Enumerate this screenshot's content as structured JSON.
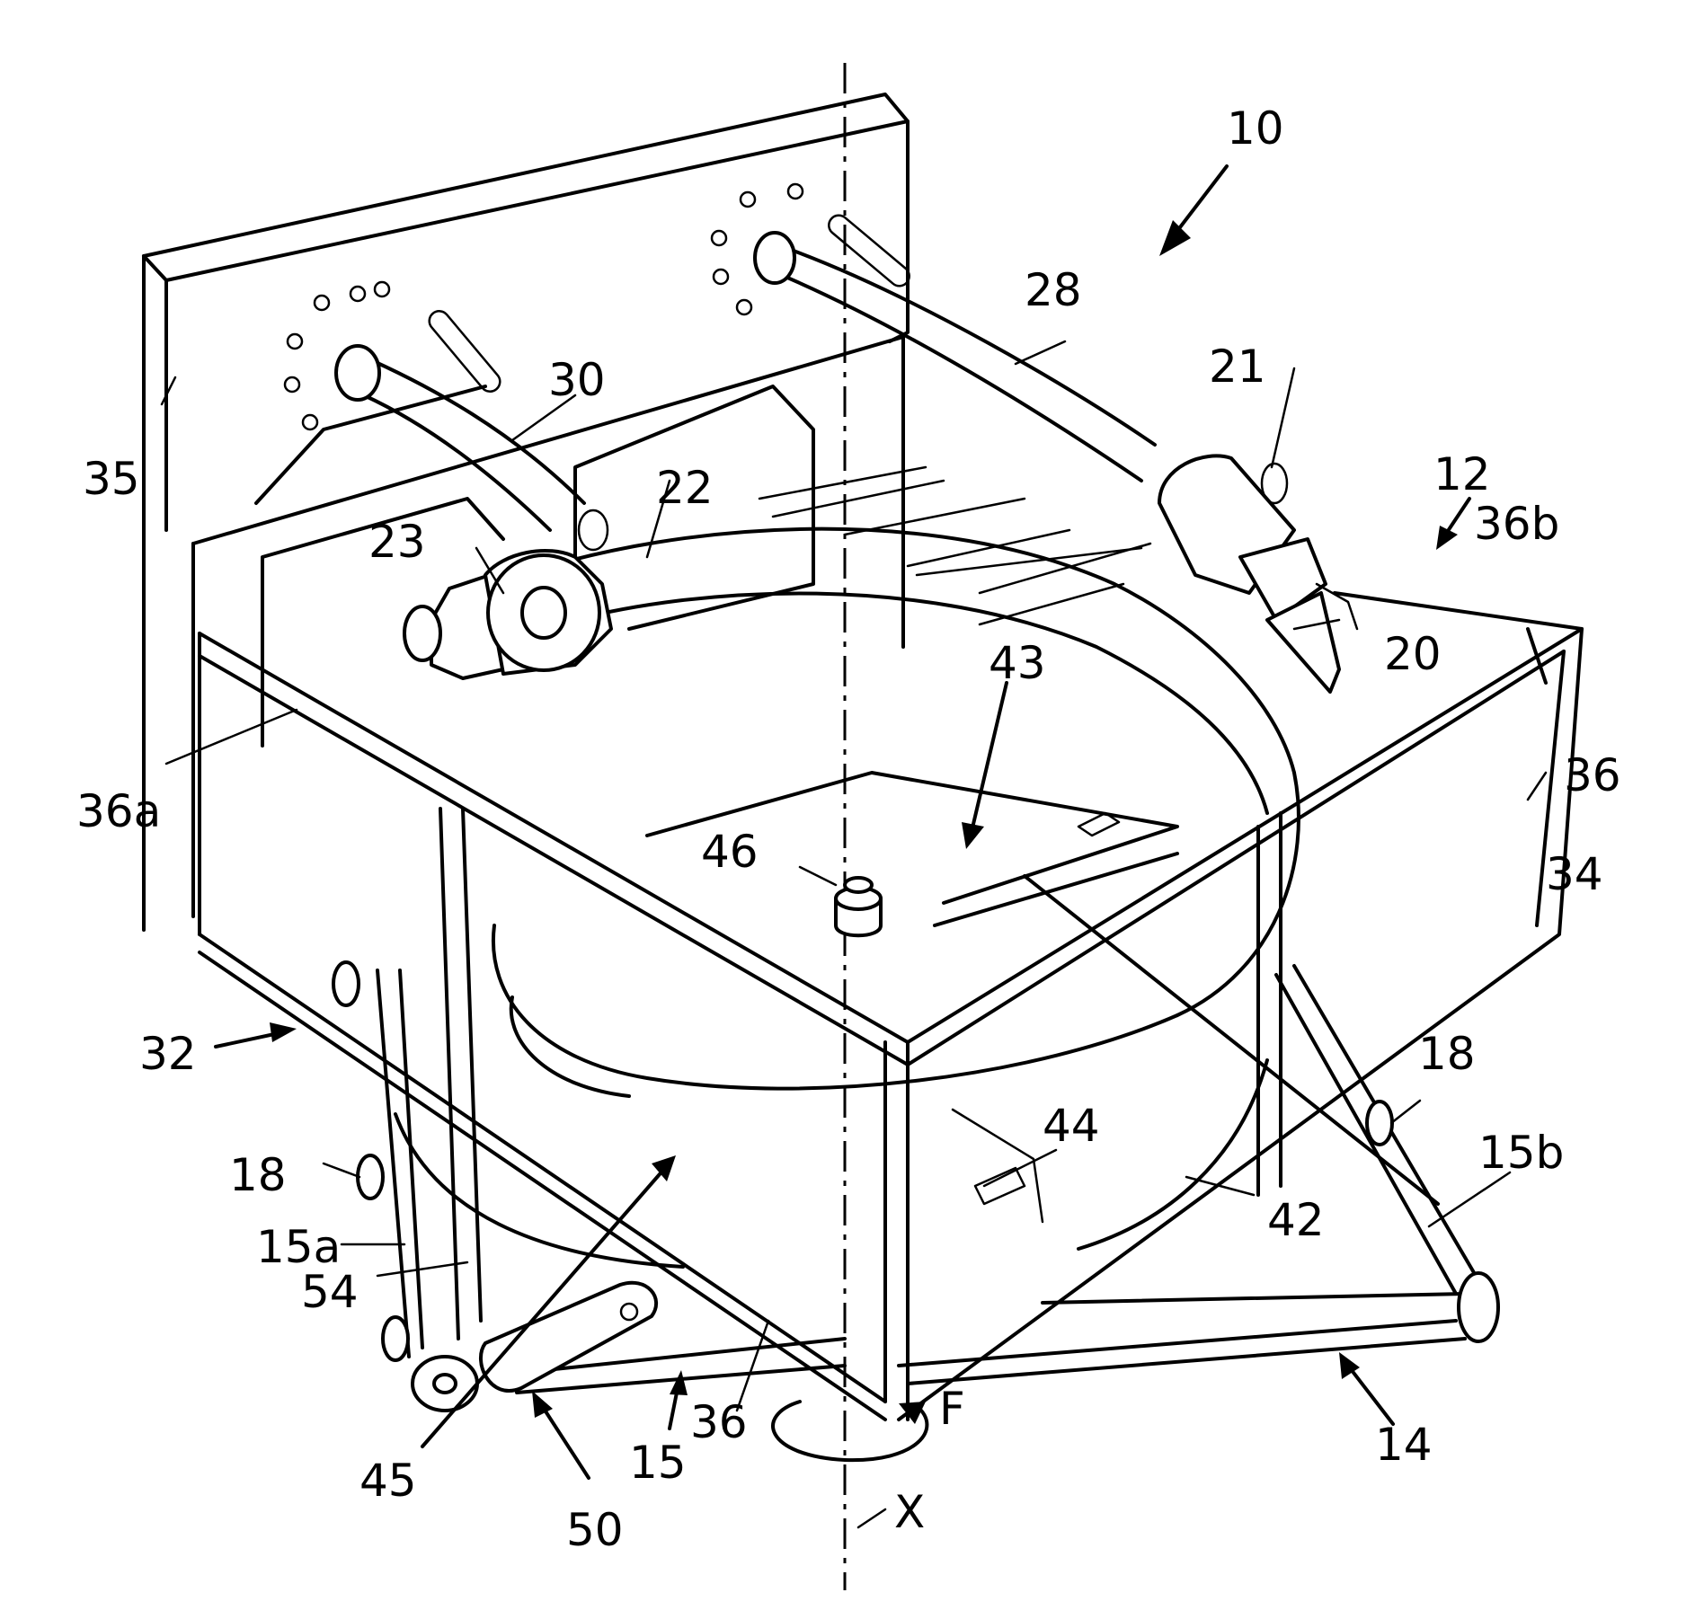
{
  "figure": {
    "labels": {
      "l10": "10",
      "l12": "12",
      "l14": "14",
      "l15": "15",
      "l15a": "15a",
      "l15b": "15b",
      "l18a": "18",
      "l18b": "18",
      "l20": "20",
      "l21": "21",
      "l22": "22",
      "l23": "23",
      "l28": "28",
      "l30": "30",
      "l32": "32",
      "l34": "34",
      "l35": "35",
      "l36a_top": "36",
      "l36_bottom": "36",
      "l36a": "36a",
      "l36b": "36b",
      "l42": "42",
      "l43": "43",
      "l44": "44",
      "l45": "45",
      "l46": "46",
      "l50": "50",
      "l54": "54",
      "lF": "F",
      "lX": "X"
    }
  }
}
